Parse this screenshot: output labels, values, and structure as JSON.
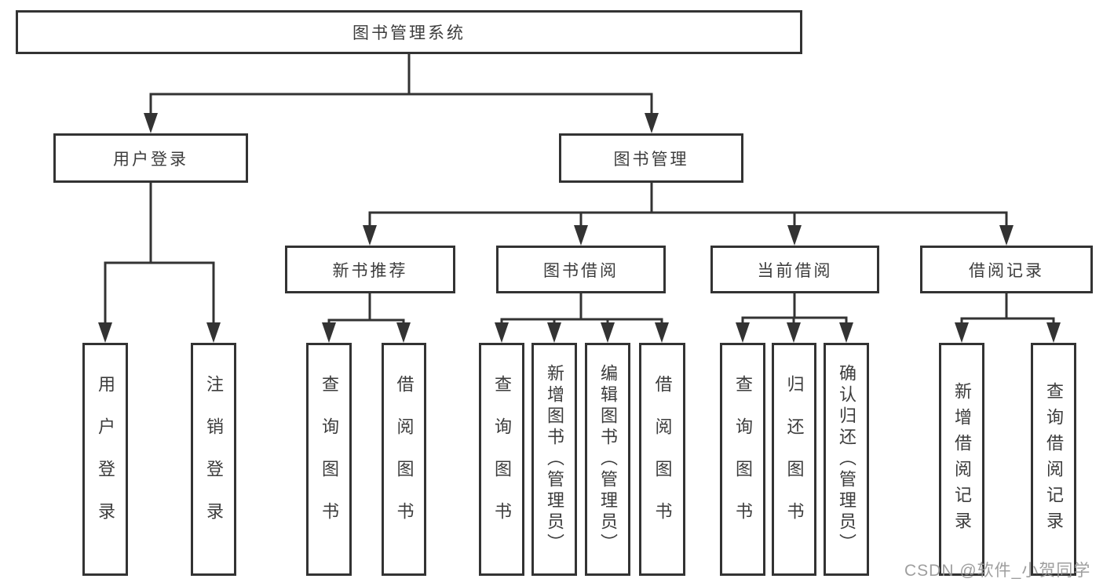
{
  "watermark": "CSDN @软件_小贺同学",
  "colors": {
    "line": "#333333",
    "box_border": "#333333",
    "text": "#3c3c3c",
    "background": "#ffffff",
    "watermark_text": "#949494"
  },
  "tree": {
    "root": "图书管理系统",
    "children": [
      {
        "label": "用户登录",
        "children": [
          "用户登录",
          "注销登录"
        ]
      },
      {
        "label": "图书管理",
        "children": [
          {
            "label": "新书推荐",
            "children": [
              "查询图书",
              "借阅图书"
            ]
          },
          {
            "label": "图书借阅",
            "children": [
              "查询图书",
              "新增图书（管理员）",
              "编辑图书（管理员）",
              "借阅图书"
            ]
          },
          {
            "label": "当前借阅",
            "children": [
              "查询图书",
              "归还图书",
              "确认归还（管理员）"
            ]
          },
          {
            "label": "借阅记录",
            "children": [
              "新增借阅记录",
              "查询借阅记录"
            ]
          }
        ]
      }
    ]
  }
}
